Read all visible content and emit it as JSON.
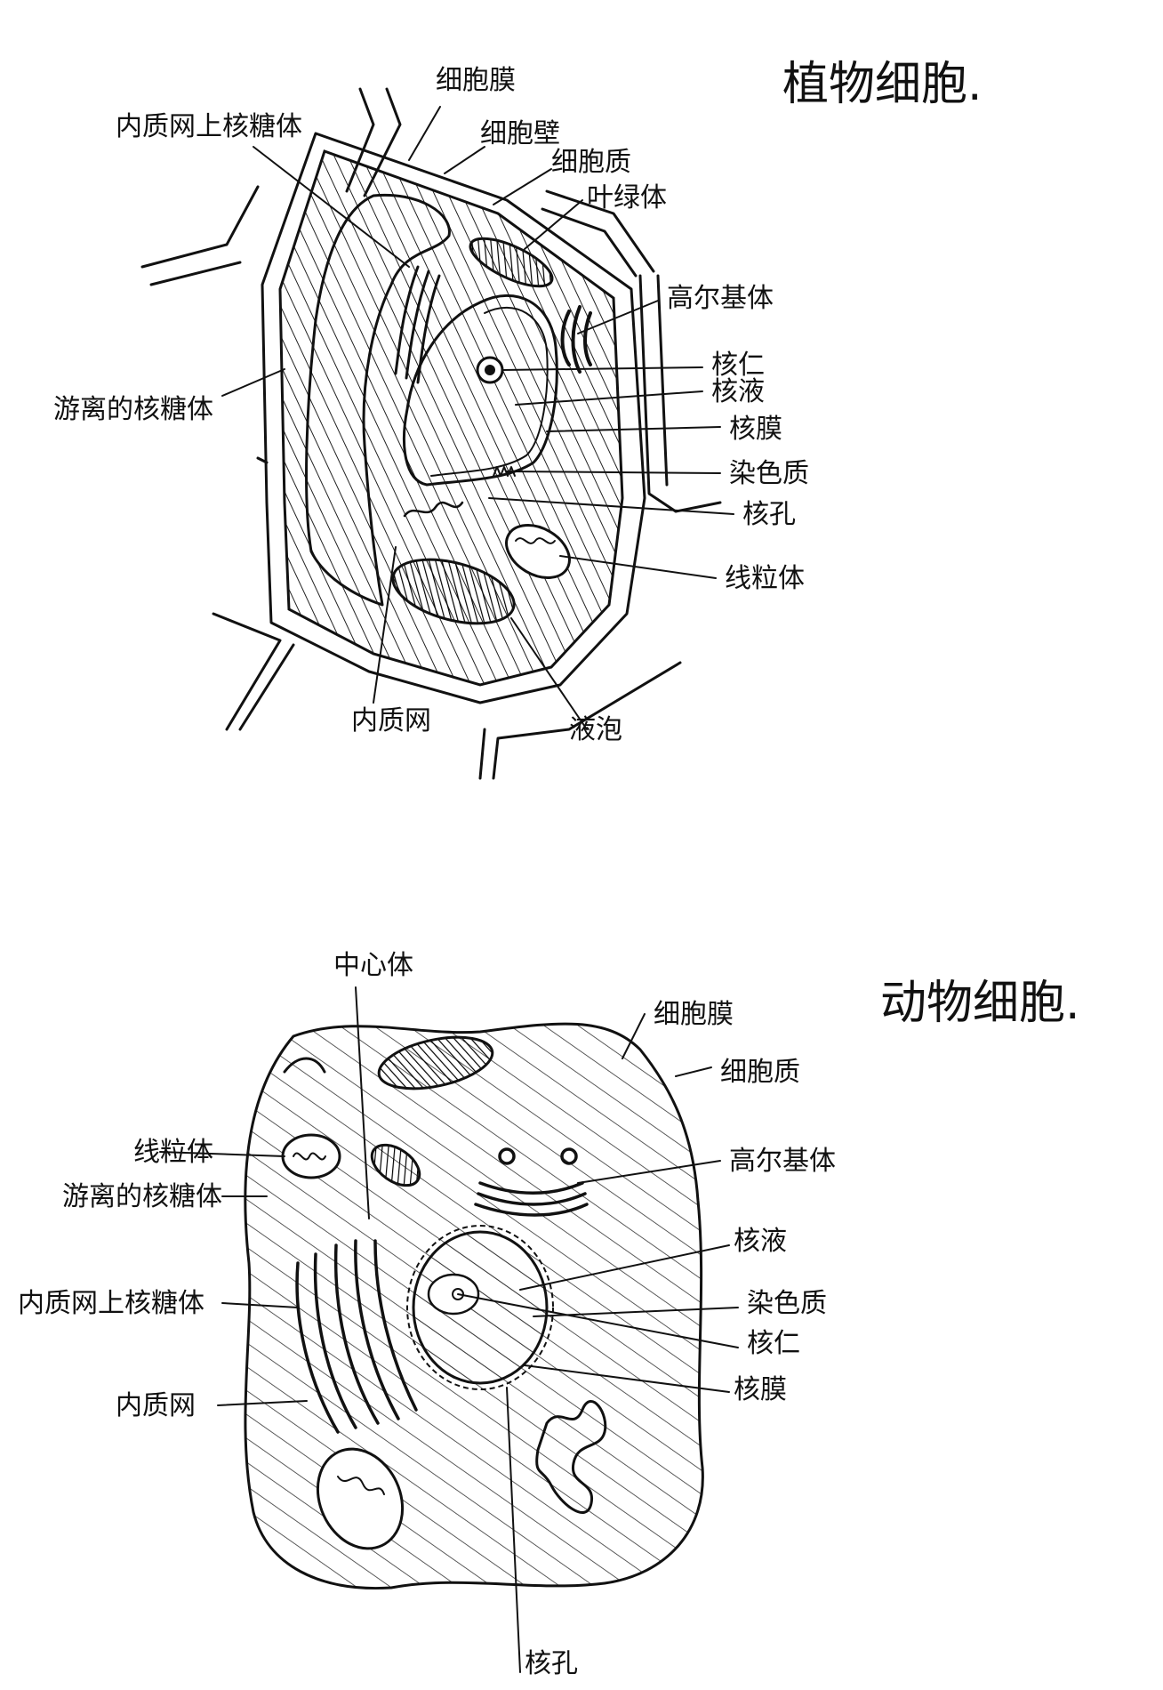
{
  "plant_cell": {
    "title": "植物细胞.",
    "labels": {
      "rough_er": "内质网上核糖体",
      "cell_membrane": "细胞膜",
      "cell_wall": "细胞壁",
      "cytoplasm": "细胞质",
      "chloroplast": "叶绿体",
      "golgi": "高尔基体",
      "nucleolus": "核仁",
      "nucleoplasm": "核液",
      "nuclear_membrane": "核膜",
      "chromatin": "染色质",
      "nuclear_pore": "核孔",
      "mitochondria": "线粒体",
      "free_ribosome": "游离的核糖体",
      "er": "内质网",
      "vacuole": "液泡"
    }
  },
  "animal_cell": {
    "title": "动物细胞.",
    "labels": {
      "centrosome": "中心体",
      "cell_membrane": "细胞膜",
      "cytoplasm": "细胞质",
      "golgi": "高尔基体",
      "mitochondria": "线粒体",
      "free_ribosome": "游离的核糖体",
      "rough_er": "内质网上核糖体",
      "er": "内质网",
      "nucleoplasm": "核液",
      "chromatin": "染色质",
      "nucleolus": "核仁",
      "nuclear_membrane": "核膜",
      "nuclear_pore": "核孔"
    }
  }
}
